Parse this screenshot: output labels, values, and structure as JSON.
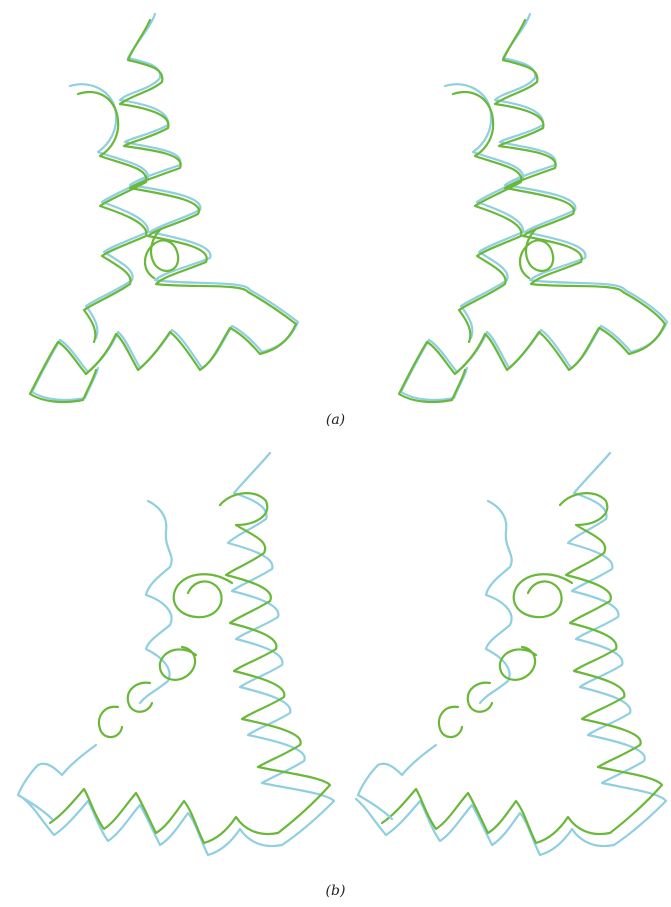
{
  "figure": {
    "panels": [
      {
        "id": "a",
        "label": "(a)"
      },
      {
        "id": "b",
        "label": "(b)"
      }
    ],
    "colors": {
      "structure_1": "#8fcfe0",
      "structure_2": "#6ab83a",
      "background": "#ffffff"
    }
  }
}
